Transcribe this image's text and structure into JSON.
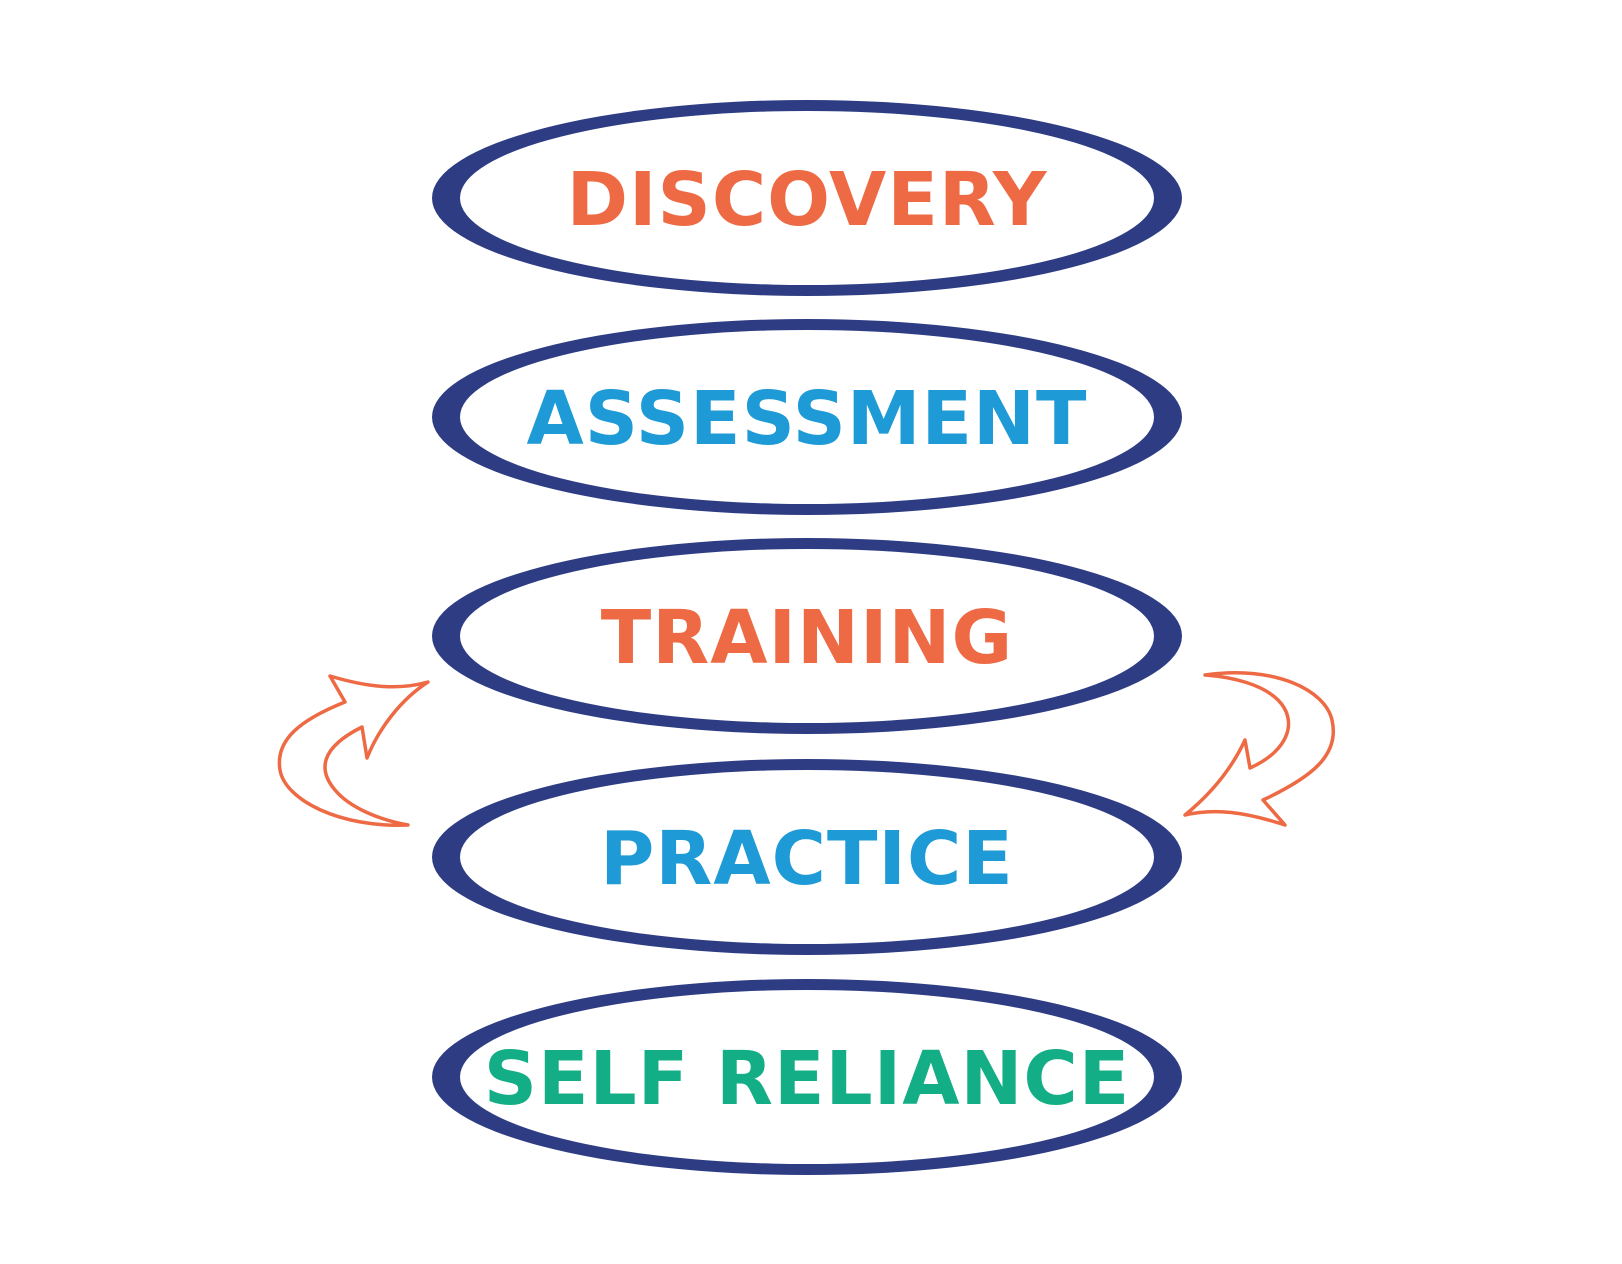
{
  "colors": {
    "ring": "#2E3D83",
    "arrow": "#EE6A44",
    "orange": "#EE6A44",
    "blue": "#1E9AD6",
    "green": "#13AE86"
  },
  "stages": [
    {
      "label": "DISCOVERY",
      "color": "orange"
    },
    {
      "label": "ASSESSMENT",
      "color": "blue"
    },
    {
      "label": "TRAINING",
      "color": "orange"
    },
    {
      "label": "PRACTICE",
      "color": "blue"
    },
    {
      "label": "SELF RELIANCE",
      "color": "green"
    }
  ],
  "arrows": [
    {
      "side": "left",
      "icon": "curved-arrow-up-icon"
    },
    {
      "side": "right",
      "icon": "curved-arrow-down-icon"
    }
  ]
}
